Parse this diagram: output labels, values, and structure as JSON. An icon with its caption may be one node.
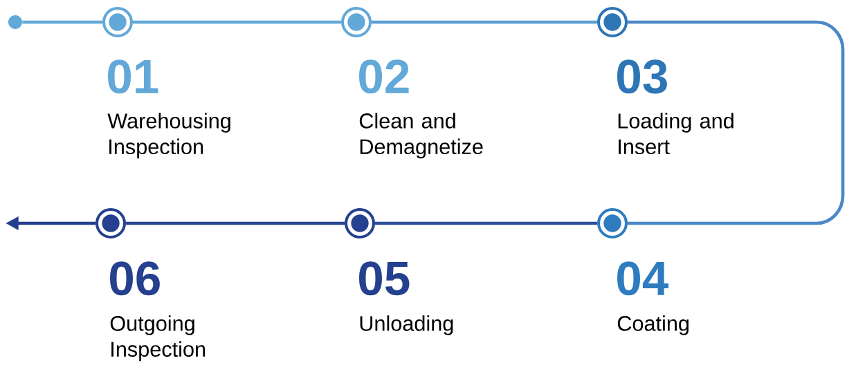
{
  "diagram": {
    "nodes": [
      {
        "text": [],
        "shape": "circle"
      },
      {
        "text": [
          "01",
          "Warehousing Inspection"
        ]
      },
      {
        "text": [
          "02",
          "Clean and Demagnetize"
        ]
      },
      {
        "text": [
          "03",
          "Loading and Insert"
        ]
      },
      {
        "text": [
          "04",
          "Coating"
        ]
      },
      {
        "text": [
          "05",
          "Unloading"
        ]
      },
      {
        "text": [
          "06",
          "Outgoing Inspection"
        ]
      }
    ],
    "edges": [
      {
        "from": 0,
        "to": 1,
        "arrow": "none",
        "color": "#62a8d8"
      },
      {
        "from": 1,
        "to": 2,
        "arrow": "none",
        "color": "#62a8d8"
      },
      {
        "from": 2,
        "to": 3,
        "arrow": "none",
        "color": "#5a9fd4"
      },
      {
        "from": 3,
        "to": 4,
        "arrow": "none",
        "color": "#4a88c8"
      },
      {
        "from": 4,
        "to": 5,
        "arrow": "none",
        "color": "#2d4f9e"
      },
      {
        "from": 5,
        "to": 6,
        "arrow": "none",
        "color": "#27448f"
      },
      {
        "from": 6,
        "to": null,
        "arrow": "to",
        "color": "#233f8f"
      }
    ]
  }
}
